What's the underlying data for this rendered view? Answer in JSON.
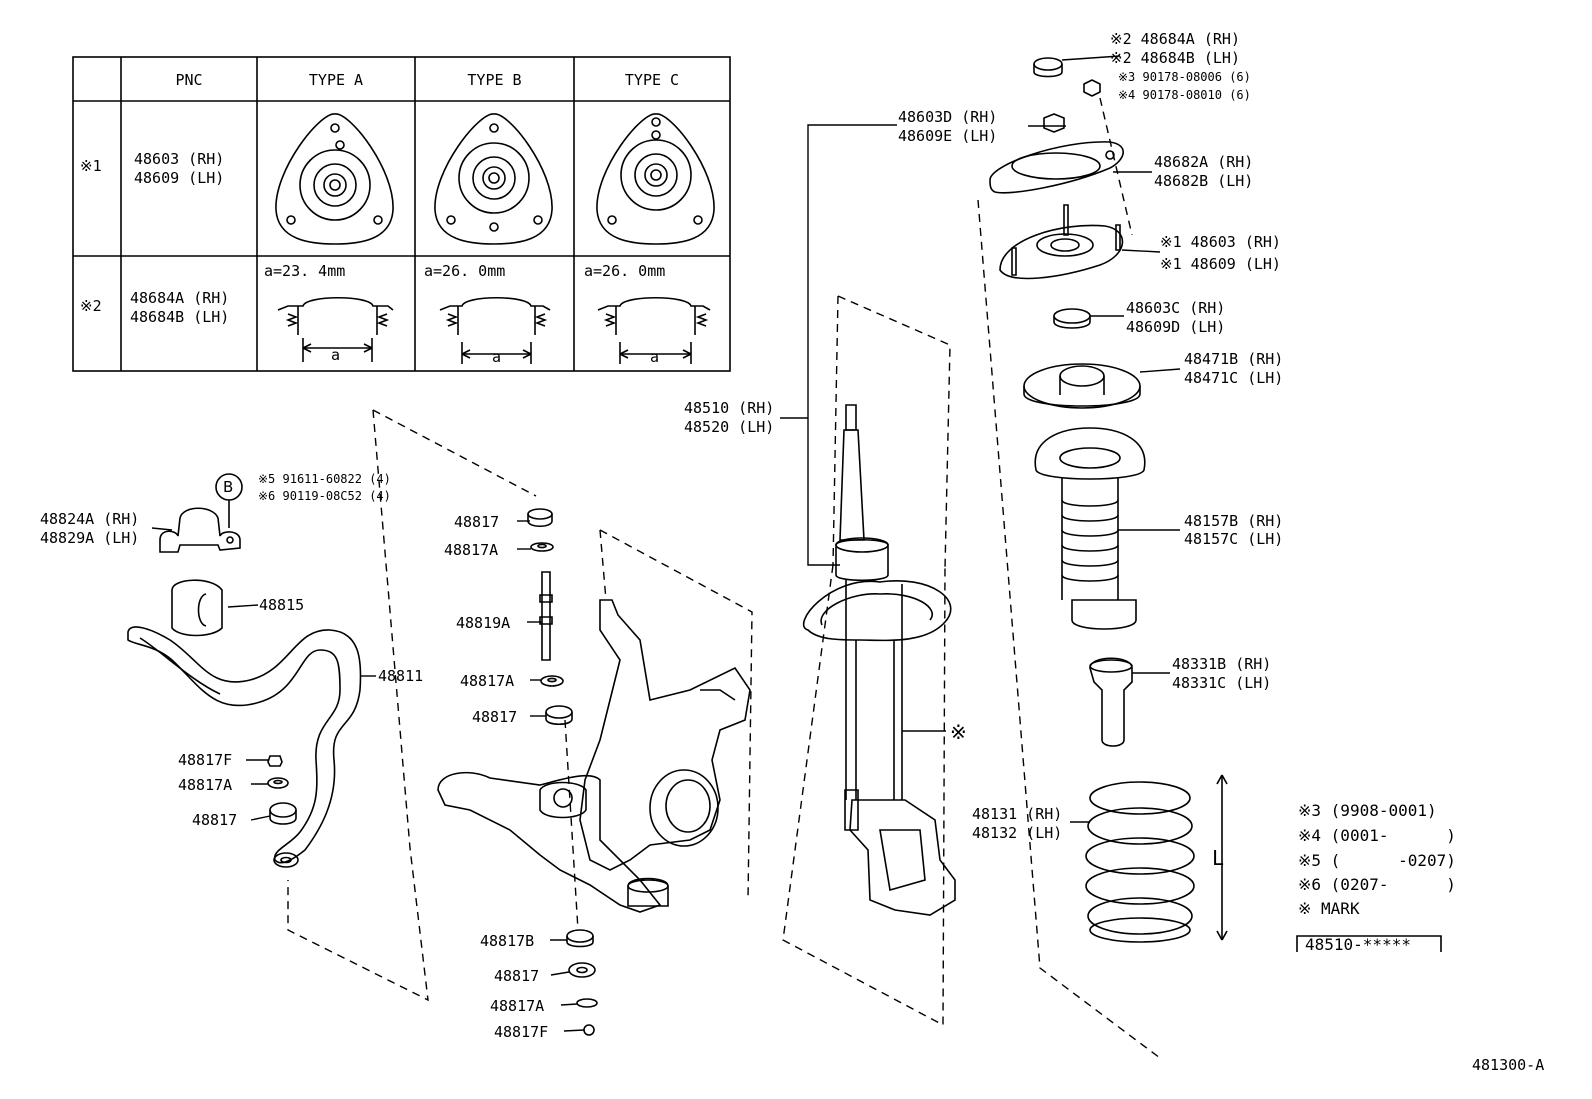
{
  "table": {
    "headers": [
      "PNC",
      "TYPE A",
      "TYPE B",
      "TYPE C"
    ],
    "rows": [
      {
        "mark": "※1",
        "pnc": [
          "48603 (RH)",
          "48609 (LH)"
        ]
      },
      {
        "mark": "※2",
        "pnc": [
          "48684A (RH)",
          "48684B (LH)"
        ],
        "dims": [
          "a=23. 4mm",
          "a=26. 0mm",
          "a=26. 0mm"
        ],
        "dim_letter": "a"
      }
    ]
  },
  "callouts": {
    "top_cap": [
      "※2  48684A (RH)",
      "※2  48684B (LH)"
    ],
    "top_nuts": [
      "※3 90178-08006 (6)",
      "※4 90178-08010 (6)"
    ],
    "nut_48603d": [
      "48603D (RH)",
      "48609E (LH)"
    ],
    "plate_48682": [
      "48682A (RH)",
      "48682B (LH)"
    ],
    "support_48603": [
      "※1 48603 (RH)",
      "※1 48609 (LH)"
    ],
    "bearing_48603c": [
      "48603C (RH)",
      "48609D (LH)"
    ],
    "seat_48471": [
      "48471B (RH)",
      "48471C (LH)"
    ],
    "boot_48157": [
      "48157B (RH)",
      "48157C (LH)"
    ],
    "bumper_48331": [
      "48331B (RH)",
      "48331C (LH)"
    ],
    "spring_48131": [
      "48131 (RH)",
      "48132 (LH)"
    ],
    "strut_48510": [
      "48510 (RH)",
      "48520 (LH)"
    ],
    "strut_mark": "※",
    "spring_length": "L",
    "bracket_bolts_circle": "B",
    "bracket_bolts": [
      "※5 91611-60822 (4)",
      "※6 90119-08C52 (4)"
    ],
    "bracket_48824": [
      "48824A (RH)",
      "48829A (LH)"
    ],
    "bushing": "48815",
    "stabilizer_bar": "48811",
    "bar_link_parts": [
      "48817F",
      "48817A",
      "48817"
    ],
    "link_top": [
      "48817",
      "48817A"
    ],
    "link_rod": "48819A",
    "link_mid": [
      "48817A",
      "48817"
    ],
    "link_bottom": [
      "48817B",
      "48817",
      "48817A",
      "48817F"
    ]
  },
  "legend": {
    "items": [
      "※3 (9908-0001)",
      "※4 (0001-      )",
      "※5 (      -0207)",
      "※6 (0207-      )",
      "※ MARK"
    ],
    "mark_box": "48510-*****"
  },
  "diagram_code": "481300-A"
}
